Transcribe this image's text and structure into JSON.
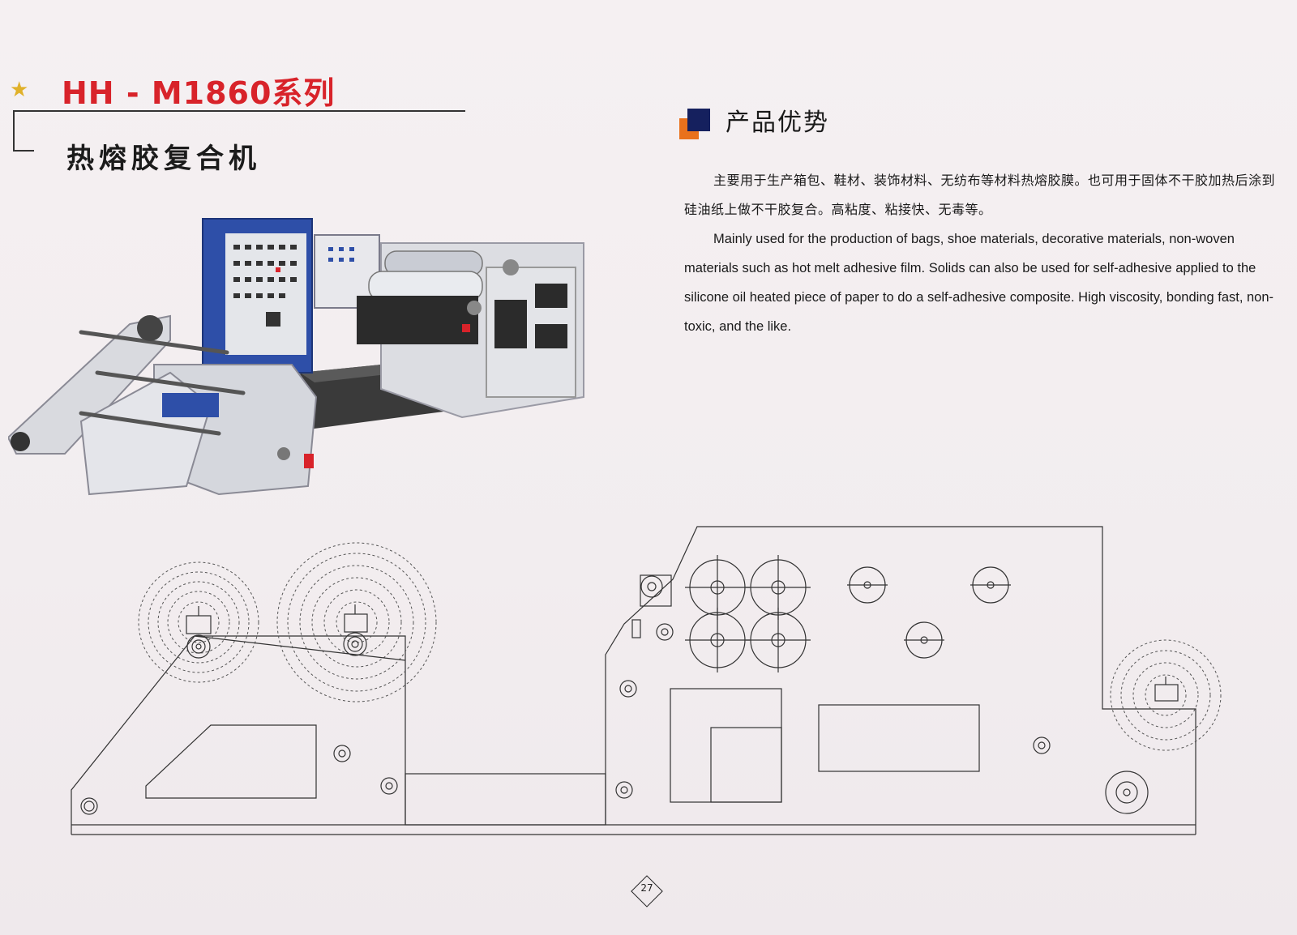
{
  "header": {
    "series_title": "HH - M1860系列",
    "machine_name": "热熔胶复合机"
  },
  "advantages": {
    "title": "产品优势",
    "description_cn": "主要用于生产箱包、鞋材、装饰材料、无纺布等材料热熔胶膜。也可用于固体不干胶加热后涂到硅油纸上做不干胶复合。高粘度、粘接快、无毒等。",
    "description_en": "Mainly used for the production of bags, shoe materials, decorative materials, non-woven materials such as hot melt adhesive film. Solids can also be used for self-adhesive applied to the silicone oil heated piece of paper to do a self-adhesive composite. High viscosity, bonding fast, non-toxic, and the like."
  },
  "colors": {
    "title_red": "#d8232a",
    "icon_orange": "#e9711c",
    "icon_navy": "#15205e",
    "machine_blue": "#2e4fa8"
  },
  "footer": {
    "page_number": "27"
  }
}
